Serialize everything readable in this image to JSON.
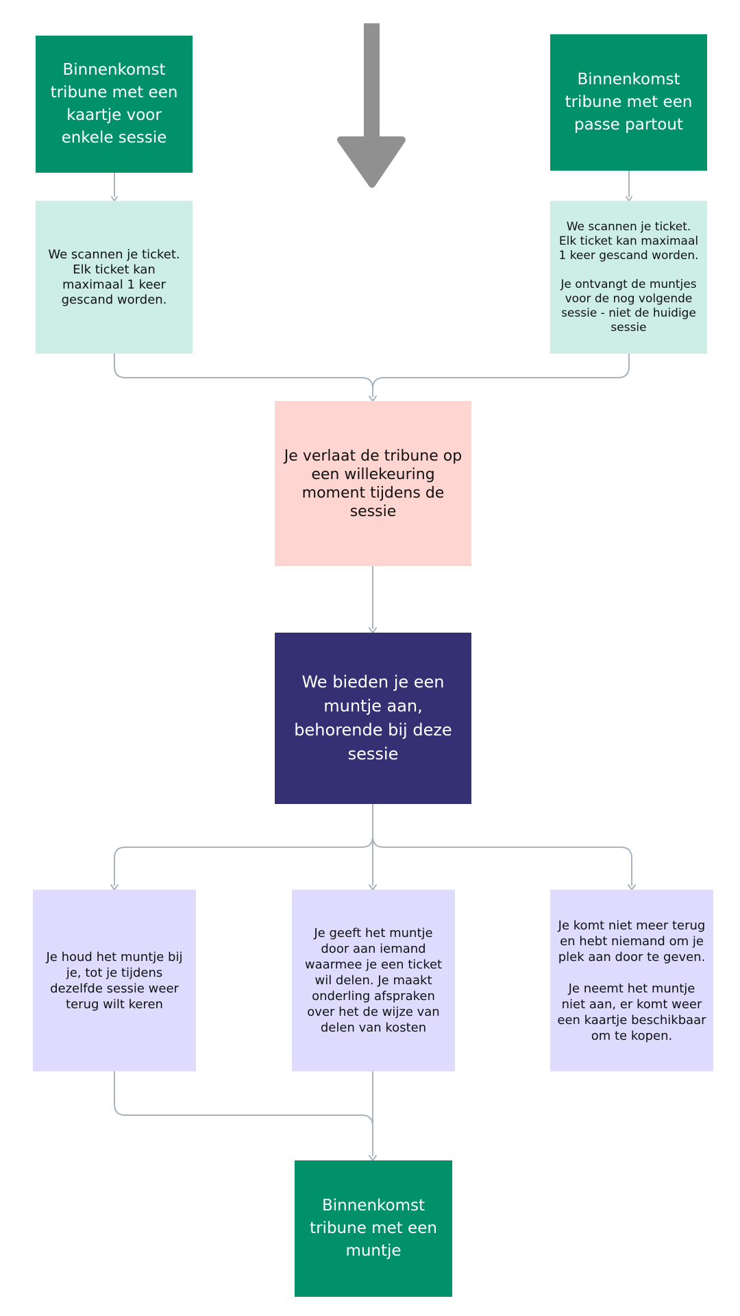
{
  "diagram": {
    "colors": {
      "dark_green": "#00916b",
      "mint": "#cdeee6",
      "pink": "#ffd5d1",
      "navy": "#352f73",
      "lavender": "#dfdbff",
      "connector": "#a7b4bd",
      "big_arrow": "#909090"
    },
    "nodes": {
      "entry_single": "Binnenkomst tribune met een kaartje voor enkele sessie",
      "entry_pass": "Binnenkomst tribune met een passe partout",
      "scan_single": "We scannen je ticket.\nElk ticket kan maximaal 1 keer gescand worden.",
      "scan_pass": "We scannen je ticket.\nElk ticket kan maximaal 1 keer gescand worden.\n\nJe ontvangt de muntjes voor de nog volgende sessie - niet de huidige sessie",
      "leave": "Je verlaat de tribune op een willekeuring moment tijdens de sessie",
      "offer": "We bieden je een muntje aan, behorende bij deze sessie",
      "keep": "Je houd het muntje bij je, tot je tijdens dezelfde sessie weer terug wilt keren",
      "give": "Je geeft het muntje door aan iemand waarmee je een ticket wil delen. Je maakt onderling afspraken over het de wijze van delen van kosten",
      "decline": "Je komt niet meer terug en hebt niemand om je plek aan door te geven.\n\nJe neemt het muntje niet aan, er komt weer een kaartje beschikbaar om te kopen.",
      "entry_coin": "Binnenkomst tribune met een muntje"
    },
    "icons": {
      "big_arrow": "arrow-down-icon"
    }
  }
}
